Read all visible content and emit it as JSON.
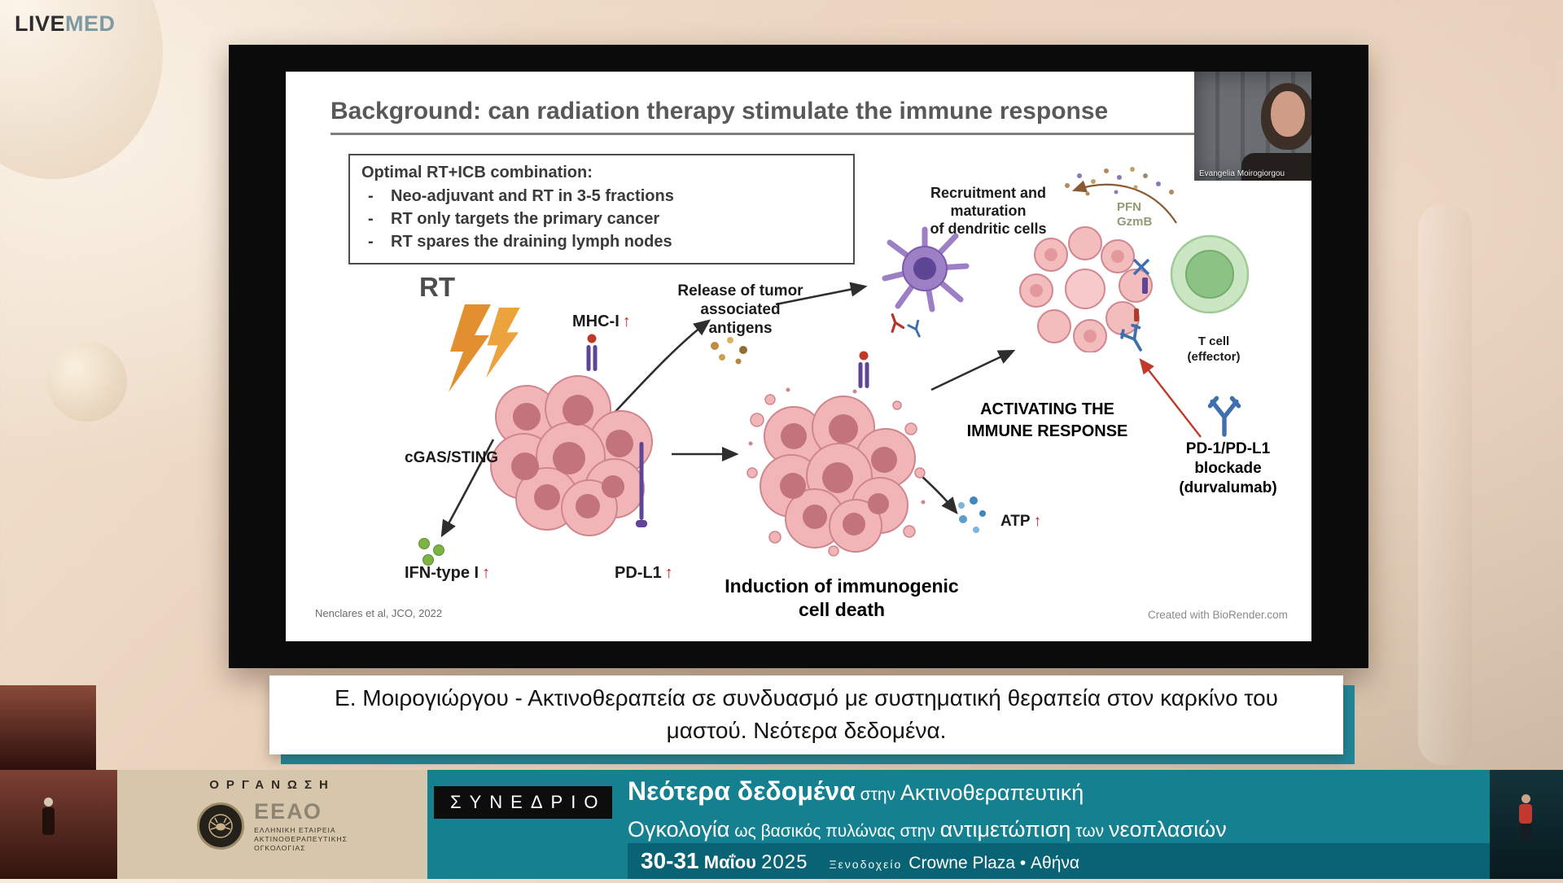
{
  "brand": {
    "live": "LIVE",
    "med": "MED"
  },
  "webcam": {
    "name": "Evangelia Moirogiorgou"
  },
  "slide": {
    "title": "Background: can radiation therapy stimulate the immune response",
    "optimal_box": {
      "heading": "Optimal RT+ICB combination:",
      "items": [
        "Neo-adjuvant and RT in 3-5 fractions",
        "RT only targets the primary cancer",
        "RT spares the draining lymph nodes"
      ]
    },
    "labels": {
      "rt": "RT",
      "mhc1": "MHC-I",
      "up": "↑",
      "release_1": "Release of tumor",
      "release_2": "associated",
      "release_3": "antigens",
      "recruitment_1": "Recruitment and maturation",
      "recruitment_2": "of dendritic cells",
      "cgas": "cGAS/STING",
      "ifn": "IFN-type I",
      "pdl1": "PD-L1",
      "induction_1": "Induction of immunogenic",
      "induction_2": "cell death",
      "atp": "ATP",
      "activating_1": "ACTIVATING THE",
      "activating_2": "IMMUNE RESPONSE",
      "pfn": "PFN",
      "gzmb": "GzmB",
      "tcell_1": "T cell",
      "tcell_2": "(effector)",
      "blockade_1": "PD-1/PD-L1",
      "blockade_2": "blockade",
      "blockade_3": "(durvalumab)"
    },
    "citation": "Nenclares et al, JCO, 2022",
    "credit": "Created with BioRender.com"
  },
  "caption": {
    "line1": "Ε. Μοιρογιώργου - Ακτινοθεραπεία σε συνδυασμό με συστηματική θεραπεία στον καρκίνο του",
    "line2": "μαστού. Νεότερα δεδομένα."
  },
  "footer": {
    "organization_label": "ΟΡΓΑΝΩΣΗ",
    "logo_text": "ΕΕΑΟ",
    "logo_sub_1": "ΕΛΛΗΝΙΚΗ ΕΤΑΙΡΕΙΑ",
    "logo_sub_2": "ΑΚΤΙΝΟΘΕΡΑΠΕΥΤΙΚΗΣ",
    "logo_sub_3": "ΟΓΚΟΛΟΓΙΑΣ",
    "conference_label": "ΣΥΝΕΔΡΙΟ",
    "title": {
      "l1a": "Νεότερα δεδομένα",
      "l1b": " στην ",
      "l1c": "Ακτινοθεραπευτική",
      "l2a": "Ογκολογία",
      "l2b": " ως βασικός πυλώνας στην ",
      "l2c": "αντιμετώπιση",
      "l2d": " των ",
      "l2e": "νεοπλασιών"
    },
    "date_strong": "30-31",
    "date_month": " Μαΐου ",
    "date_year": "2025",
    "venue_prefix": "Ξενοδοχείο",
    "venue": "Crowne Plaza • Αθήνα"
  },
  "colors": {
    "teal": "#15808f",
    "teal_dark": "#0a6374",
    "accent_red": "#c22026"
  }
}
